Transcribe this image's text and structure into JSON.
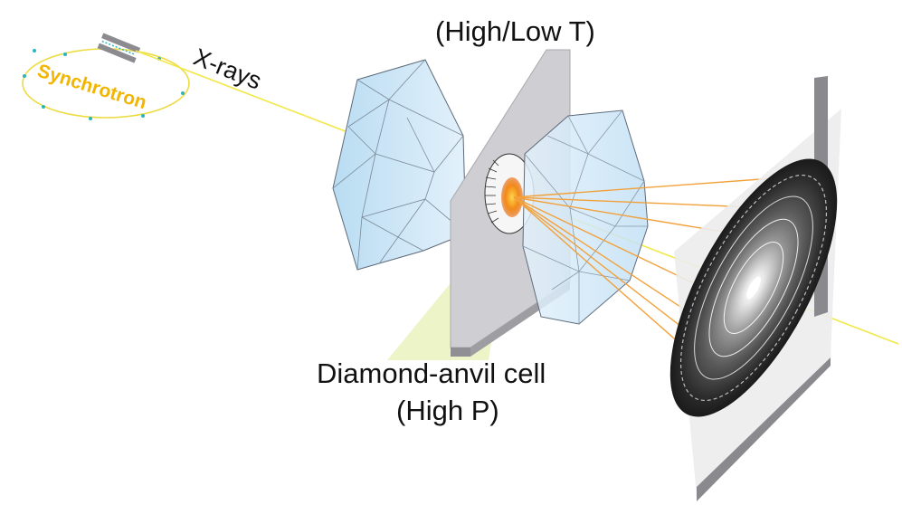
{
  "labels": {
    "source": "Synchrotron",
    "beam": "X-rays",
    "temperature": "(High/Low T)",
    "cell_line1": "Diamond-anvil cell",
    "cell_line2": "(High P)"
  },
  "colors": {
    "beam": "#f2e84a",
    "synchrotron_ring": "#ecdc44",
    "synchrotron_text": "#f2b500",
    "ring_dots": "#2bb3c0",
    "diamond_fill": "#cfe6f7",
    "diamond_edge": "#5d6a7a",
    "gasket": "#cfcfd3",
    "sample": "#f28a18",
    "diffracted_rays": "#f2a13a",
    "detector_plate": "#ececec",
    "detector_frame": "#8a8a8e",
    "pattern_dark": "#2a2a2a",
    "label_text": "#111111"
  }
}
